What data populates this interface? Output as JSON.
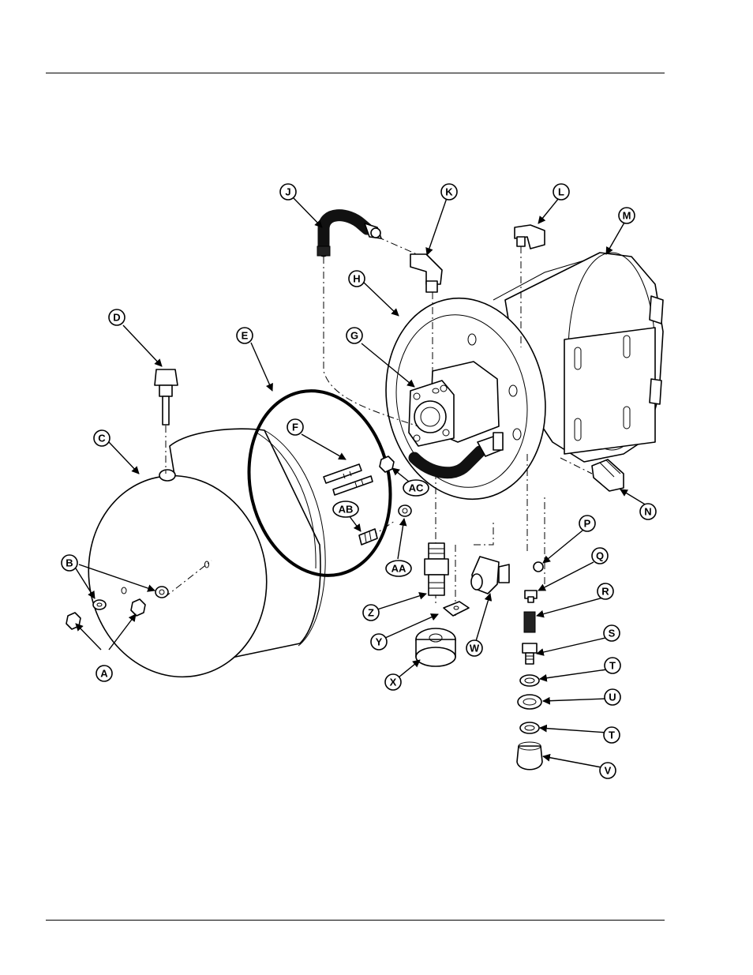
{
  "callouts": {
    "A": "A",
    "B": "B",
    "C": "C",
    "D": "D",
    "E": "E",
    "F": "F",
    "G": "G",
    "H": "H",
    "J": "J",
    "K": "K",
    "L": "L",
    "M": "M",
    "N": "N",
    "P": "P",
    "Q": "Q",
    "R": "R",
    "S": "S",
    "T1": "T",
    "T2": "T",
    "U": "U",
    "V": "V",
    "W": "W",
    "X": "X",
    "Y": "Y",
    "Z": "Z",
    "AA": "AA",
    "AB": "AB",
    "AC": "AC"
  }
}
